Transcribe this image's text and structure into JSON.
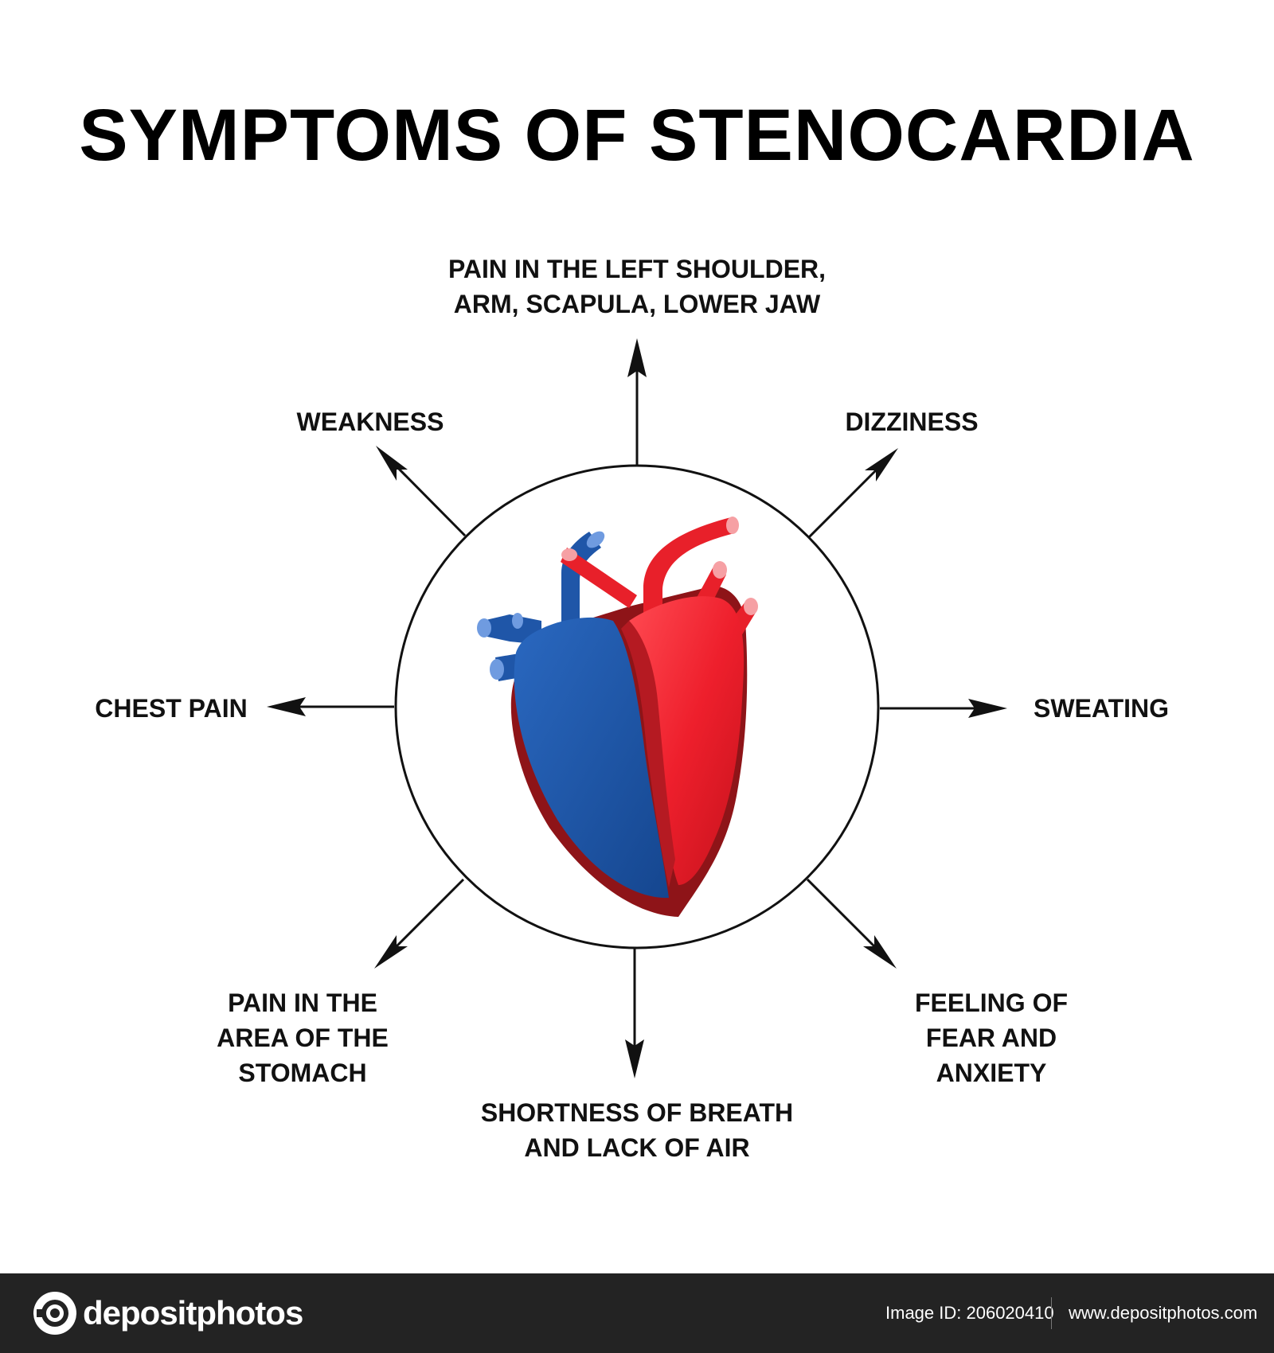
{
  "title": "SYMPTOMS OF STENOCARDIA",
  "symptoms": {
    "top": [
      "PAIN IN THE LEFT SHOULDER,",
      "ARM, SCAPULA, LOWER JAW"
    ],
    "top_left": [
      "WEAKNESS"
    ],
    "top_right": [
      "DIZZINESS"
    ],
    "left": [
      "CHEST PAIN"
    ],
    "right": [
      "SWEATING"
    ],
    "bottom_left": [
      "PAIN IN THE",
      "AREA OF THE",
      "STOMACH"
    ],
    "bottom_right": [
      "FEELING OF",
      "FEAR AND",
      "ANXIETY"
    ],
    "bottom": [
      "SHORTNESS OF BREATH",
      "AND LACK OF AIR"
    ]
  },
  "colors": {
    "arterial_red": "#e8202a",
    "venous_blue": "#1f56a8",
    "dark_red": "#8e1418",
    "line": "#111111"
  },
  "footer": {
    "brand": "depositphotos",
    "image_id": "Image ID: 206020410",
    "site": "www.depositphotos.com"
  }
}
